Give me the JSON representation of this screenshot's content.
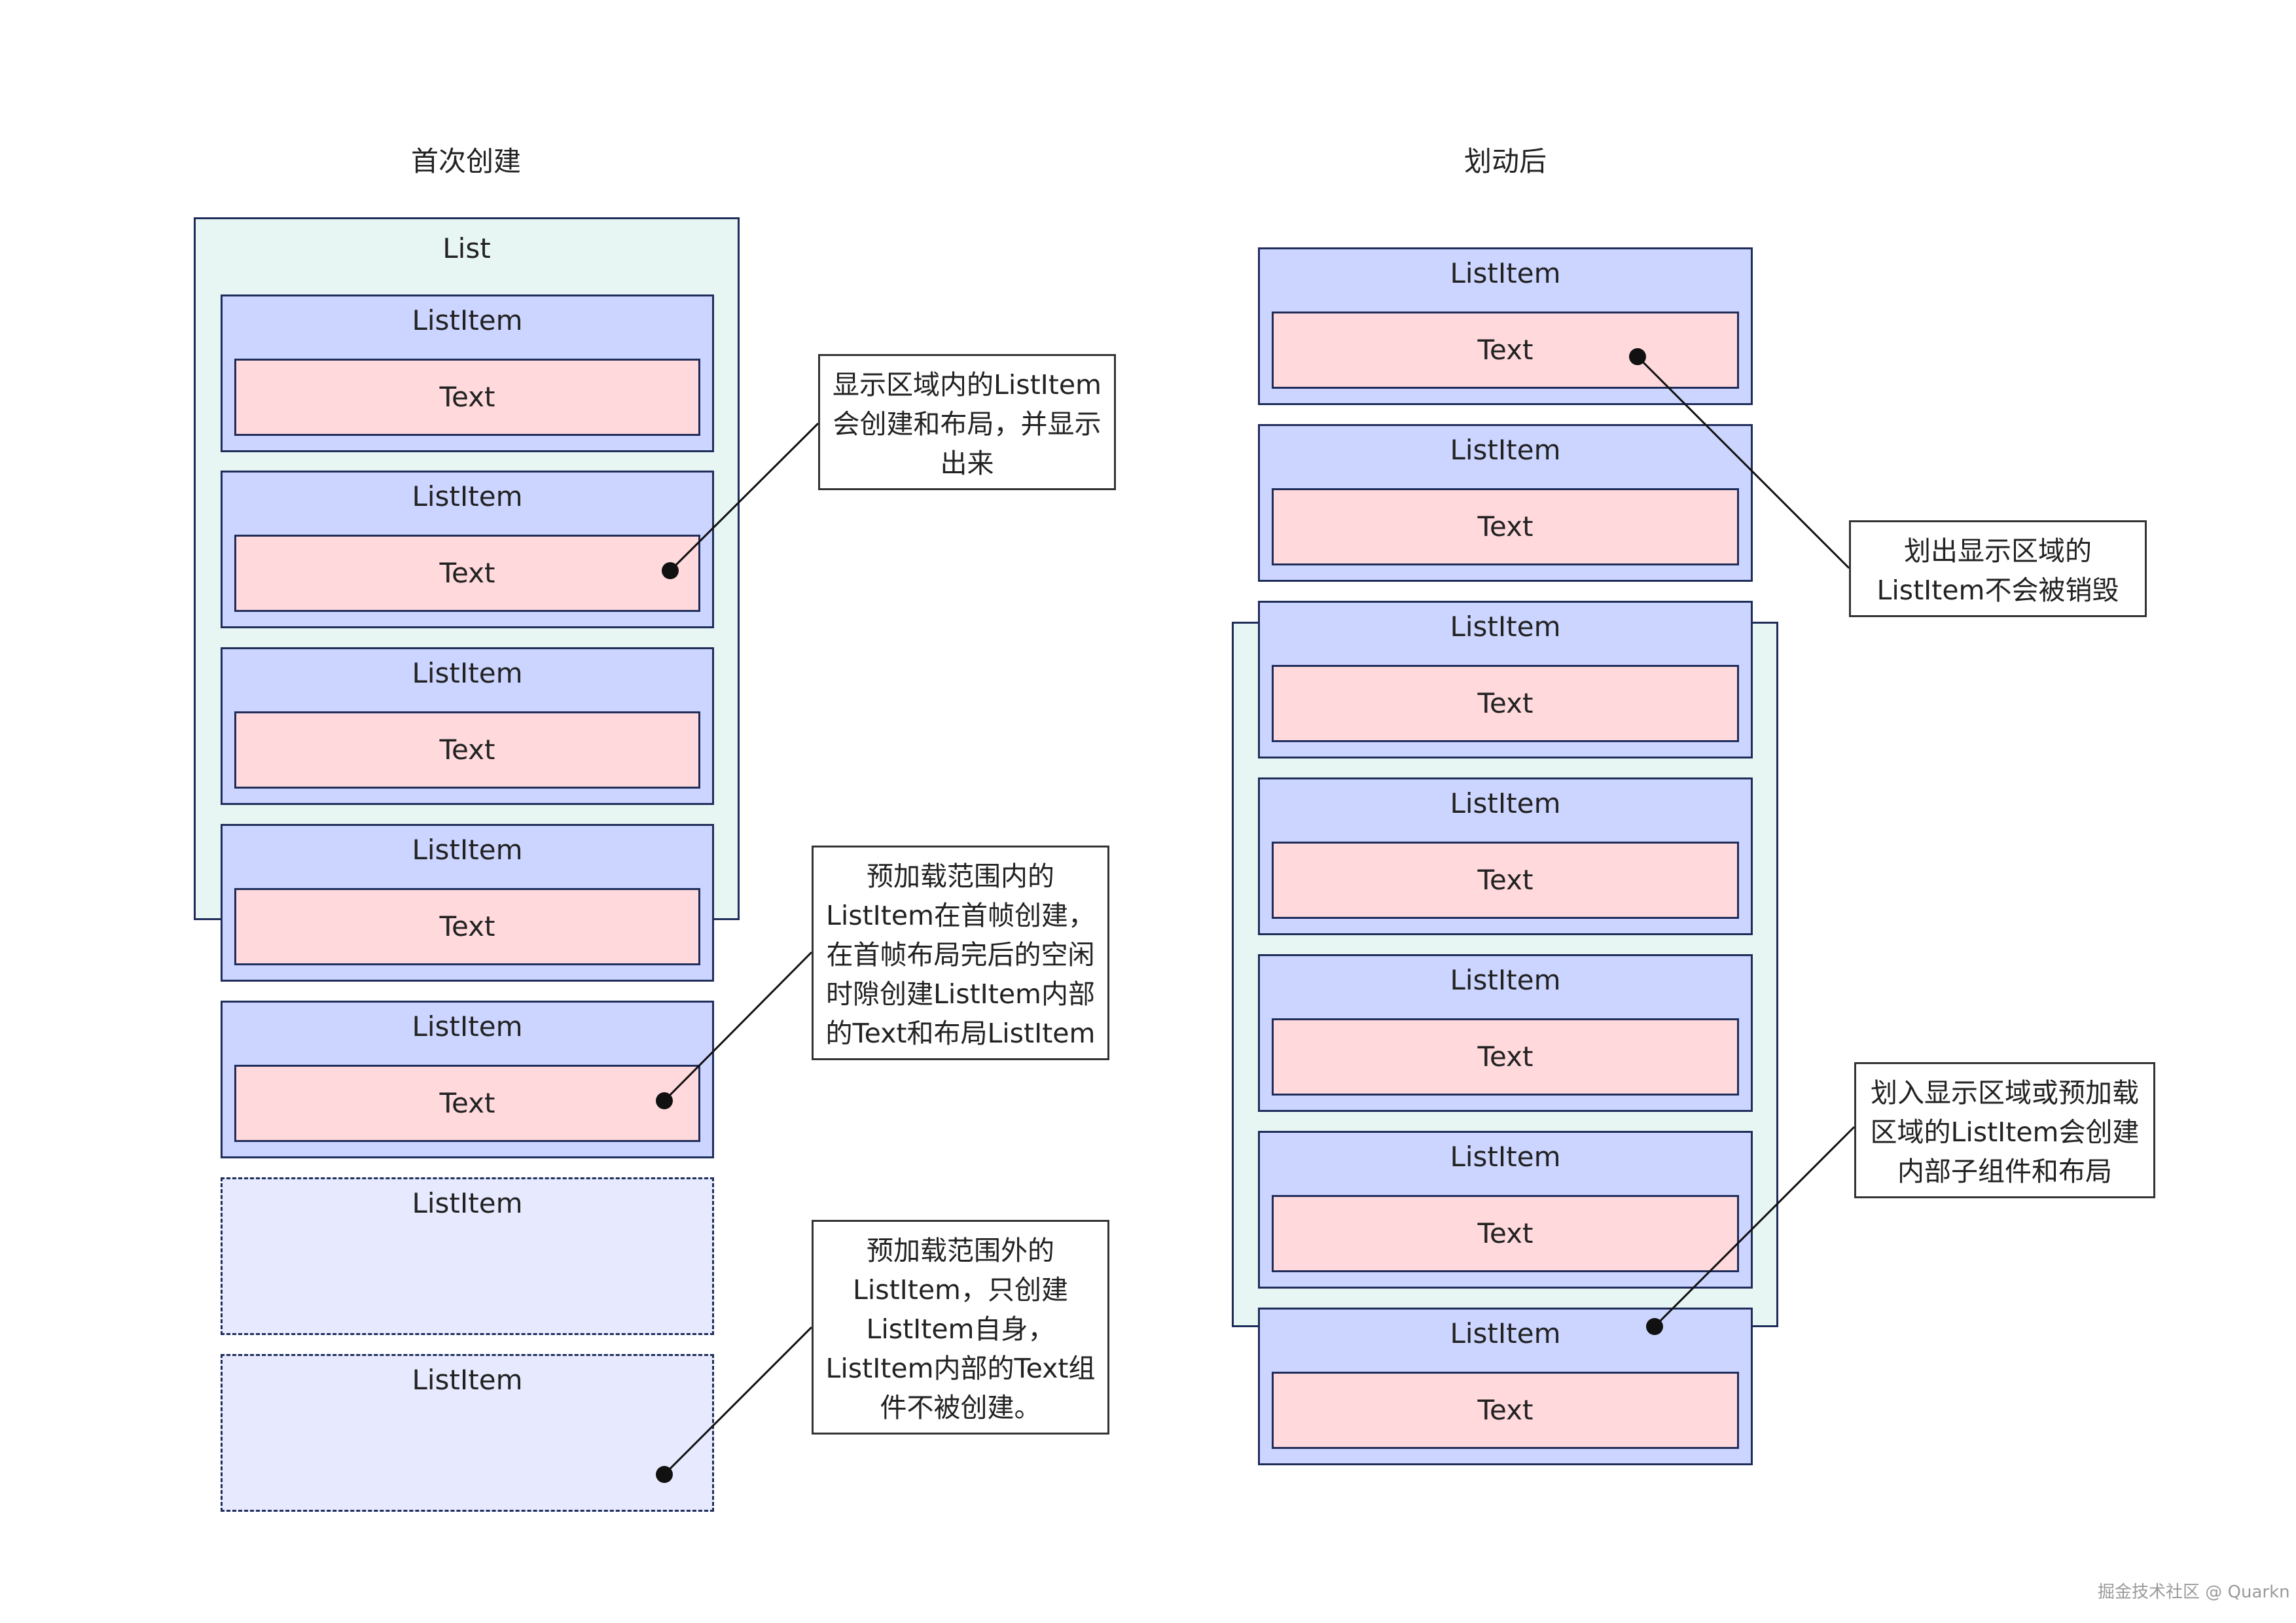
{
  "left": {
    "title": "首次创建",
    "list_label": "List",
    "items": [
      {
        "label": "ListItem",
        "text": "Text"
      },
      {
        "label": "ListItem",
        "text": "Text"
      },
      {
        "label": "ListItem",
        "text": "Text"
      },
      {
        "label": "ListItem",
        "text": "Text"
      },
      {
        "label": "ListItem",
        "text": "Text"
      }
    ],
    "ghost_items": [
      {
        "label": "ListItem"
      },
      {
        "label": "ListItem"
      }
    ],
    "notes": [
      "显示区域内的ListItem\n会创建和布局，并显示\n出来",
      "预加载范围内的\nListItem在首帧创建，\n在首帧布局完后的空闲\n时隙创建ListItem内部\n的Text和布局ListItem",
      "预加载范围外的\nListItem，只创建\nListItem自身，\nListItem内部的Text组\n件不被创建。"
    ]
  },
  "right": {
    "title": "划动后",
    "items": [
      {
        "label": "ListItem",
        "text": "Text"
      },
      {
        "label": "ListItem",
        "text": "Text"
      },
      {
        "label": "ListItem",
        "text": "Text"
      },
      {
        "label": "ListItem",
        "text": "Text"
      },
      {
        "label": "ListItem",
        "text": "Text"
      },
      {
        "label": "ListItem",
        "text": "Text"
      },
      {
        "label": "ListItem",
        "text": "Text"
      }
    ],
    "notes": [
      "划出显示区域的\nListItem不会被销毁",
      "划入显示区域或预加载\n区域的ListItem会创建\n内部子组件和布局"
    ]
  },
  "colors": {
    "list_bg": "#e8f6f3",
    "item_bg": "#ccd5ff",
    "ghost_item_bg": "#e7eaff",
    "text_bg": "#ffd9dc",
    "border": "#1f2d5a"
  },
  "watermark": "掘金技术社区 @ Quarkn"
}
